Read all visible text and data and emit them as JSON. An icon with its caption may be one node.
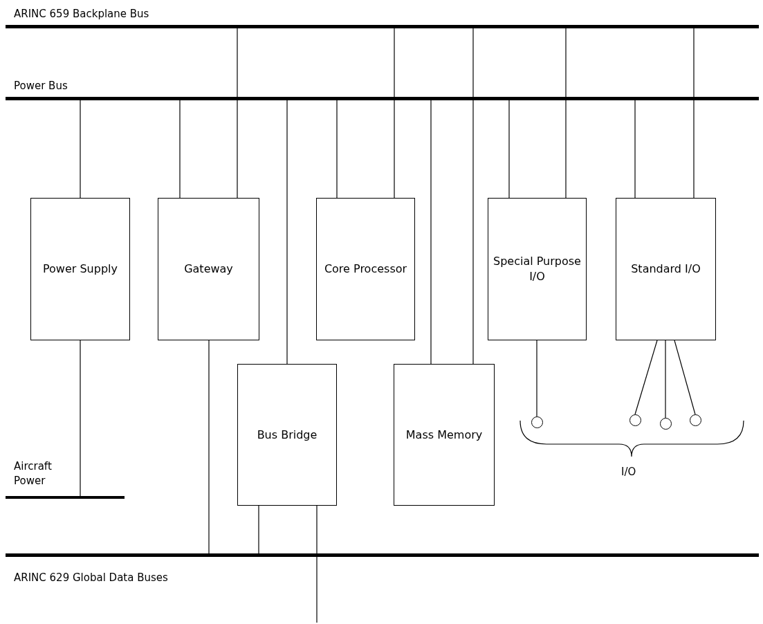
{
  "diagram": {
    "nodes": [
      {
        "text": [
          "ARINC 659 Backplane Bus"
        ]
      },
      {
        "text": [
          "Power Bus"
        ]
      },
      {
        "text": [
          "Power Supply"
        ]
      },
      {
        "text": [
          "Gateway"
        ]
      },
      {
        "text": [
          "Core Processor"
        ]
      },
      {
        "text": [
          "Special Purpose I/O"
        ]
      },
      {
        "text": [
          "Standard I/O"
        ]
      },
      {
        "text": [
          "Bus Bridge"
        ]
      },
      {
        "text": [
          "Mass Memory"
        ]
      },
      {
        "text": [
          "Aircraft Power"
        ]
      },
      {
        "text": [
          "ARINC 629 Global Data Buses"
        ]
      },
      {
        "text": [],
        "shape": "circle"
      },
      {
        "text": [],
        "shape": "circle"
      },
      {
        "text": [],
        "shape": "circle"
      },
      {
        "text": [],
        "shape": "circle"
      }
    ],
    "edges": [
      {
        "from": 1,
        "to": 2,
        "arrow": "none"
      },
      {
        "from": 2,
        "to": 9,
        "arrow": "none"
      },
      {
        "from": 1,
        "to": 3,
        "arrow": "none"
      },
      {
        "from": 0,
        "to": 3,
        "arrow": "none"
      },
      {
        "from": 3,
        "to": 10,
        "arrow": "none"
      },
      {
        "from": 1,
        "to": 7,
        "arrow": "none"
      },
      {
        "from": 7,
        "to": 10,
        "arrow": "none"
      },
      {
        "from": 7,
        "to": null,
        "arrow": "none"
      },
      {
        "from": 1,
        "to": 4,
        "arrow": "none"
      },
      {
        "from": 0,
        "to": 4,
        "arrow": "none"
      },
      {
        "from": 1,
        "to": 8,
        "arrow": "none"
      },
      {
        "from": 0,
        "to": 8,
        "arrow": "none"
      },
      {
        "from": 1,
        "to": 5,
        "arrow": "none"
      },
      {
        "from": 0,
        "to": 5,
        "arrow": "none"
      },
      {
        "from": 1,
        "to": 6,
        "arrow": "none"
      },
      {
        "from": 0,
        "to": 6,
        "arrow": "none"
      },
      {
        "from": 5,
        "to": 11,
        "arrow": "none"
      },
      {
        "from": 6,
        "to": 12,
        "arrow": "none"
      },
      {
        "from": 6,
        "to": 13,
        "arrow": "none"
      },
      {
        "from": 6,
        "to": 14,
        "arrow": "none"
      }
    ],
    "labels": [
      "I/O"
    ]
  }
}
